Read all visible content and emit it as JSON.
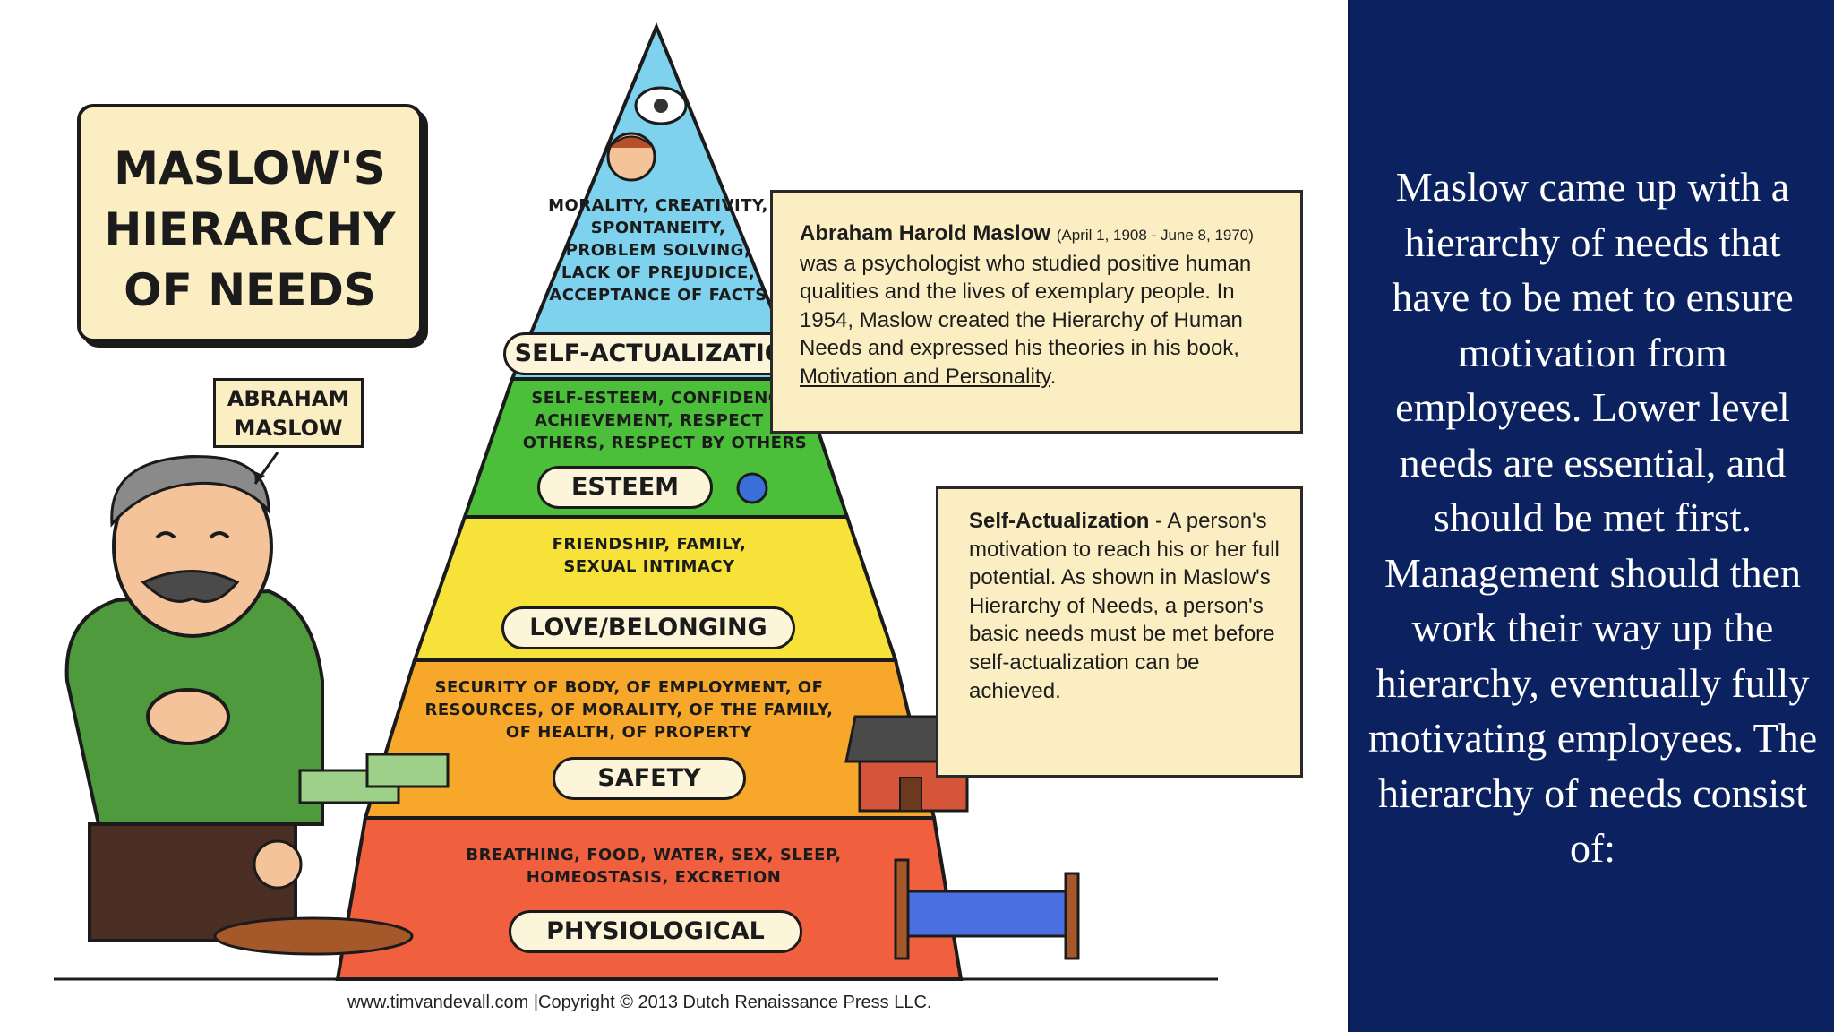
{
  "title": "MASLOW'S HIERARCHY OF NEEDS",
  "name_tag": "ABRAHAM MASLOW",
  "levels": [
    {
      "name": "SELF-ACTUALIZATION",
      "needs": "MORALITY, CREATIVITY, SPONTANEITY, PROBLEM SOLVING, LACK OF PREJUDICE, ACCEPTANCE OF FACTS",
      "color": "#7fd2ee"
    },
    {
      "name": "ESTEEM",
      "needs": "SELF-ESTEEM, CONFIDENCE, ACHIEVEMENT, RESPECT OF OTHERS, RESPECT BY OTHERS",
      "color": "#4cbf3a"
    },
    {
      "name": "LOVE/BELONGING",
      "needs": "FRIENDSHIP, FAMILY, SEXUAL INTIMACY",
      "color": "#f7e23a"
    },
    {
      "name": "SAFETY",
      "needs": "SECURITY OF BODY, OF EMPLOYMENT, OF RESOURCES, OF MORALITY, OF THE FAMILY, OF HEALTH, OF PROPERTY",
      "color": "#f7a82a"
    },
    {
      "name": "PHYSIOLOGICAL",
      "needs": "BREATHING, FOOD, WATER, SEX, SLEEP, HOMEOSTASIS, EXCRETION",
      "color": "#f0603f"
    }
  ],
  "bio_note": {
    "name": "Abraham Harold Maslow",
    "dates": "(April 1, 1908 - June 8, 1970)",
    "text": "was a psychologist who studied positive human qualities and the lives of exemplary people. In 1954, Maslow created the Hierarchy of Human Needs and expressed his theories in his book,",
    "book": "Motivation and Personality",
    "end": "."
  },
  "sa_note": {
    "term": "Self-Actualization",
    "text": " - A person's motivation to reach his or her full potential. As shown in Maslow's Hierarchy of Needs, a person's basic needs must be met before self-actualization can be achieved."
  },
  "copyright": "www.timvandevall.com |Copyright © 2013 Dutch Renaissance Press LLC.",
  "side_text": "Maslow came up with a hierarchy of needs that have to be met to ensure motivation from employees. Lower level needs are essential, and should be met first. Management should then work their way up the hierarchy, eventually fully motivating employees. The hierarchy of needs consist of:",
  "colors": {
    "panel_bg": "#0b2160",
    "note_bg": "#fbeec2"
  }
}
